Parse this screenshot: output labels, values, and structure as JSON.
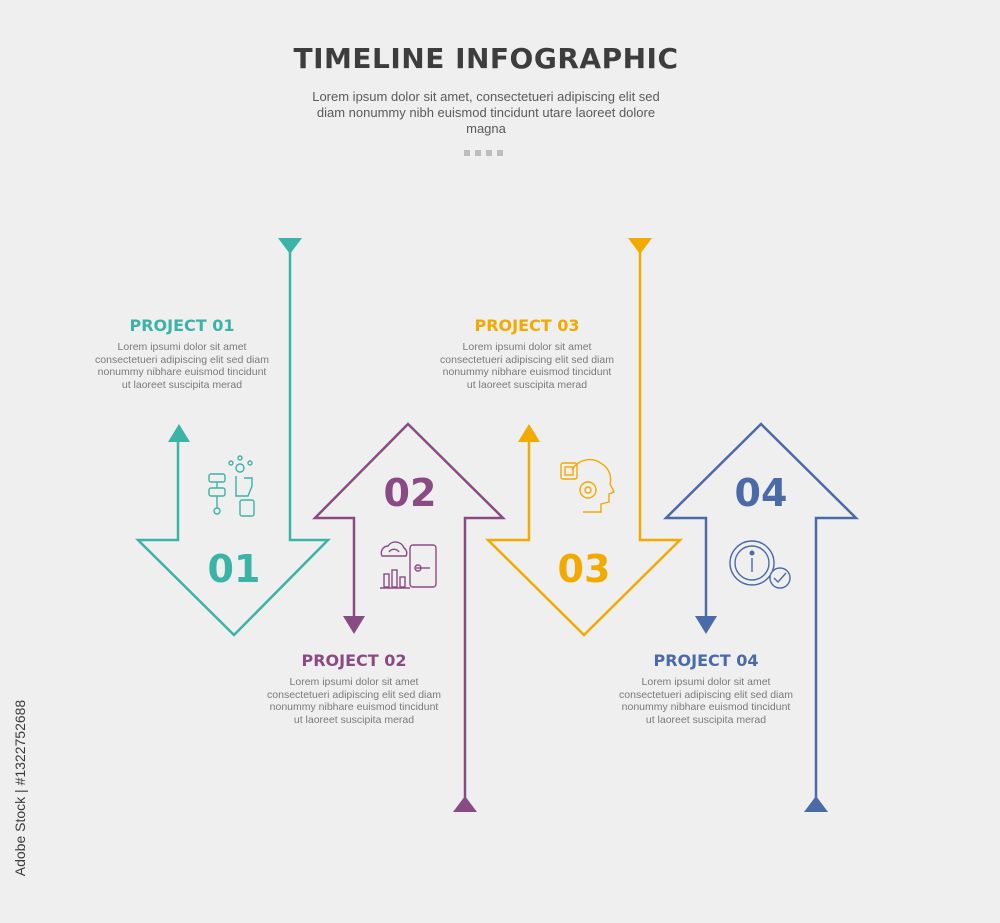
{
  "header": {
    "title": "TIMELINE INFOGRAPHIC",
    "subtitle": "Lorem ipsum dolor sit amet, consectetueri adipiscing elit sed diam nonummy nibh euismod tincidunt utare laoreet dolore magna"
  },
  "steps": [
    {
      "number": "01",
      "title": "PROJECT 01",
      "color": "#3bb3a6",
      "icon": "robot-hand-flowchart-icon",
      "desc": "Lorem ipsumi dolor sit amet consectetueri adipiscing elit sed diam nonummy nibhare euismod tincidunt ut laoreet suscipita merad"
    },
    {
      "number": "02",
      "title": "PROJECT 02",
      "color": "#8a4b85",
      "icon": "cloud-phone-analytics-icon",
      "desc": "Lorem ipsumi dolor sit amet consectetueri adipiscing elit sed diam nonummy nibhare euismod tincidunt ut laoreet suscipita merad"
    },
    {
      "number": "03",
      "title": "PROJECT 03",
      "color": "#f2a900",
      "icon": "ai-head-chip-icon",
      "desc": "Lorem ipsumi dolor sit amet consectetueri adipiscing elit sed diam nonummy nibhare euismod tincidunt ut laoreet suscipita merad"
    },
    {
      "number": "04",
      "title": "PROJECT 04",
      "color": "#4a6aa8",
      "icon": "info-check-icon",
      "desc": "Lorem ipsumi dolor sit amet consectetueri adipiscing elit sed diam nonummy nibhare euismod tincidunt ut laoreet suscipita merad"
    }
  ],
  "watermark": "Adobe Stock | #1322752688"
}
